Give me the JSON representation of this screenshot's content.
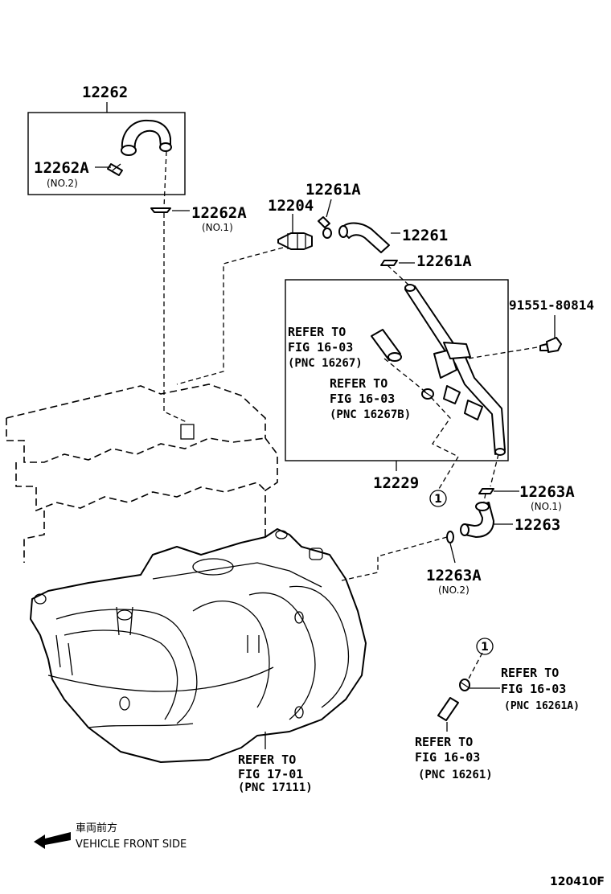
{
  "labels": {
    "p12262": "12262",
    "p12262A_top": "12262A",
    "p12262A_top_sub": "(NO.2)",
    "p12262A_mid": "12262A",
    "p12262A_mid_sub": "(NO.1)",
    "p12204": "12204",
    "p12261A_top": "12261A",
    "p12261": "12261",
    "p12261A_low": "12261A",
    "p91551": "91551-80814",
    "p12229": "12229",
    "p12263A_top": "12263A",
    "p12263A_top_sub": "(NO.1)",
    "p12263": "12263",
    "p12263A_low": "12263A",
    "p12263A_low_sub": "(NO.2)",
    "callout_1": "1",
    "callout_2": "1"
  },
  "references": {
    "ref_16267": {
      "line1": "REFER TO",
      "line2": "FIG 16-03",
      "line3": "(PNC 16267)"
    },
    "ref_16267B": {
      "line1": "REFER TO",
      "line2": "FIG 16-03",
      "line3": "(PNC 16267B)"
    },
    "ref_17111": {
      "line1": "REFER TO",
      "line2": "FIG 17-01",
      "line3": "(PNC 17111)"
    },
    "ref_16261A": {
      "line1": "REFER TO",
      "line2": "FIG 16-03",
      "line3": "(PNC 16261A)"
    },
    "ref_16261": {
      "line1": "REFER TO",
      "line2": "FIG 16-03",
      "line3": "(PNC 16261)"
    }
  },
  "front_note": {
    "japanese": "車両前方",
    "english": "VEHICLE FRONT SIDE"
  },
  "figure_code": "120410F"
}
